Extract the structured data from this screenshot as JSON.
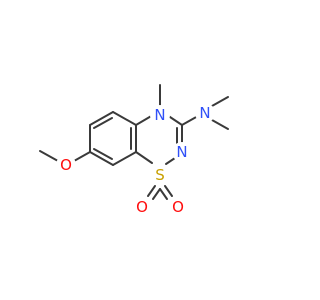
{
  "molecule": {
    "colors": {
      "bond": "#3a3a3a",
      "carbon": "#3a3a3a",
      "nitrogen": "#3050f8",
      "oxygen": "#ff0d0d",
      "sulfur": "#c8a000"
    },
    "atoms": {
      "N4": "N",
      "N2": "N",
      "S1": "S",
      "O_sulfonyl_left": "O",
      "O_sulfonyl_right": "O",
      "O_methoxy": "O",
      "N_dimethylamino": "N"
    }
  }
}
